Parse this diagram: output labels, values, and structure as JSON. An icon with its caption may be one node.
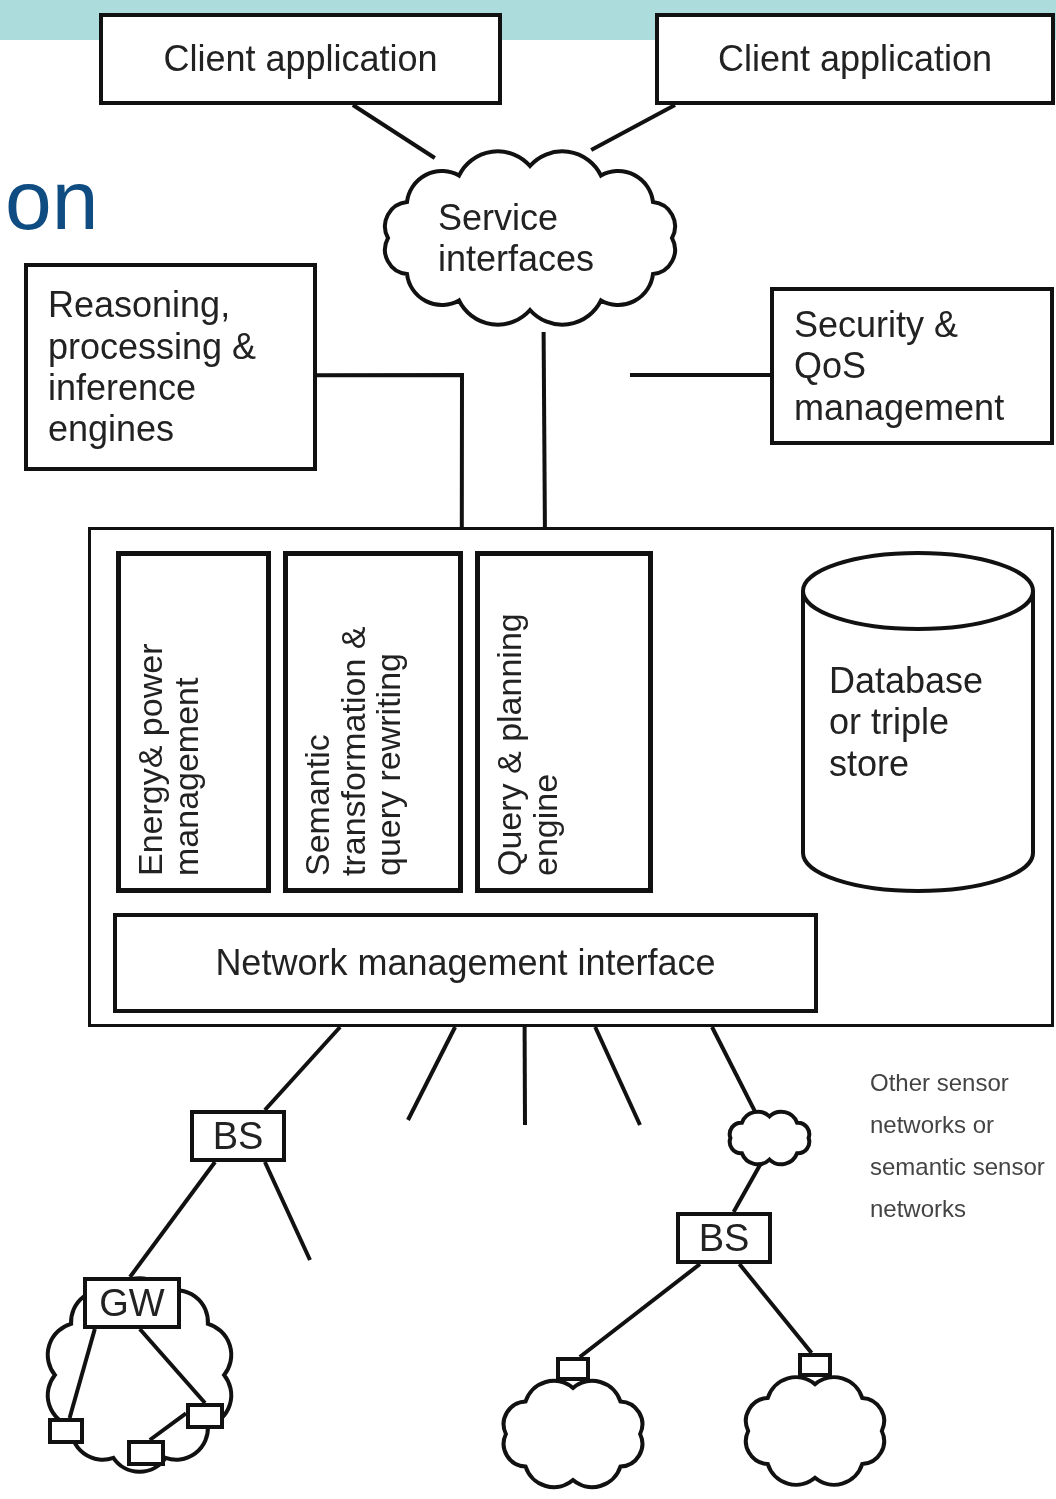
{
  "diagram": {
    "nodes": [
      {
        "text": [
          "Client application"
        ]
      },
      {
        "text": [
          "Client application"
        ]
      },
      {
        "text": [
          "Service interfaces"
        ]
      },
      {
        "text": [
          "Reasoning, processing & inference engines"
        ]
      },
      {
        "text": [
          "Security & QoS management"
        ]
      },
      {
        "text": [],
        "shape": "box"
      },
      {
        "text": [
          "Energy& power management"
        ],
        "in": 5
      },
      {
        "text": [
          "Semantic transformation & query rewriting"
        ],
        "in": 5
      },
      {
        "text": [
          "Query & planning engine"
        ],
        "in": 5
      },
      {
        "text": [
          "Database or triple store"
        ],
        "in": 5
      },
      {
        "text": [
          "Network management interface"
        ],
        "in": 5
      },
      {
        "text": [
          "BS"
        ]
      },
      {
        "text": [],
        "shape": "cloud"
      },
      {
        "text": [
          "GW"
        ],
        "in": 12
      },
      {
        "text": [],
        "shape": "box",
        "in": 12
      },
      {
        "text": [],
        "shape": "box",
        "in": 12
      },
      {
        "text": [],
        "shape": "box",
        "in": 12
      },
      {
        "text": [],
        "shape": "cloud"
      },
      {
        "text": [
          "BS"
        ]
      },
      {
        "text": [],
        "shape": "box"
      },
      {
        "text": [],
        "shape": "cloud"
      },
      {
        "text": [],
        "shape": "box"
      },
      {
        "text": [],
        "shape": "cloud"
      }
    ],
    "edges": [
      {
        "from": 0,
        "to": 2,
        "arrow": "none"
      },
      {
        "from": 1,
        "to": 2,
        "arrow": "none"
      },
      {
        "from": 2,
        "to": 5,
        "arrow": "none"
      },
      {
        "from": 3,
        "to": 5,
        "arrow": "none"
      },
      {
        "from": 4,
        "to": null,
        "arrow": "none"
      },
      {
        "from": 5,
        "to": 11,
        "arrow": "none"
      },
      {
        "from": 5,
        "to": null,
        "arrow": "none"
      },
      {
        "from": 5,
        "to": null,
        "arrow": "none"
      },
      {
        "from": 5,
        "to": null,
        "arrow": "none"
      },
      {
        "from": 5,
        "to": 17,
        "arrow": "none"
      },
      {
        "from": 11,
        "to": 13,
        "arrow": "none"
      },
      {
        "from": 11,
        "to": null,
        "arrow": "none"
      },
      {
        "from": 13,
        "to": 14,
        "arrow": "none"
      },
      {
        "from": 13,
        "to": 15,
        "arrow": "none"
      },
      {
        "from": 15,
        "to": 16,
        "arrow": "none"
      },
      {
        "from": 17,
        "to": 18,
        "arrow": "none"
      },
      {
        "from": 18,
        "to": 19,
        "arrow": "none"
      },
      {
        "from": 18,
        "to": 21,
        "arrow": "none"
      }
    ],
    "labels": [
      "on",
      "Other sensor networks or semantic sensor networks"
    ]
  }
}
